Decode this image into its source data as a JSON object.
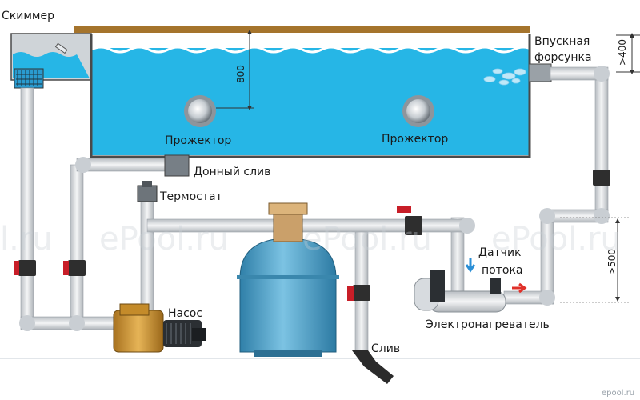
{
  "labels": {
    "skimmer": "Скиммер",
    "inlet_line1": "Впускная",
    "inlet_line2": "форсунка",
    "projector_left": "Прожектор",
    "projector_right": "Прожектор",
    "bottom_drain": "Донный слив",
    "thermostat": "Термостат",
    "flow_sensor_line1": "Датчик",
    "flow_sensor_line2": "потока",
    "pump": "Насос",
    "electric_heater": "Электронагреватель",
    "drain": "Слив"
  },
  "dimensions": {
    "depth": "800",
    "inlet_height": ">400",
    "heater_height": ">500"
  },
  "watermarks": {
    "left": "l.ru",
    "mid1": "ePool.ru",
    "mid2": "ePool.ru",
    "right": "ePool.ru",
    "corner": "epool.ru"
  },
  "colors": {
    "water": "#26b6e6",
    "pool_wall": "#4a4a4a",
    "pipe": "#d9dcdf",
    "filter_tank": "#4aa0c8",
    "pump_body": "#c98f2e",
    "valve": "#c81e28",
    "arrow_down": "#2b8fd6",
    "arrow_right": "#e0312a"
  }
}
